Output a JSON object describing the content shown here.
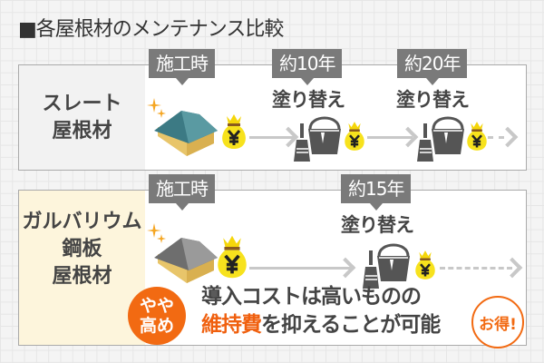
{
  "title": "■各屋根材のメンテナンス比較",
  "colors": {
    "accent": "#f26a12",
    "tag_bg": "#7a7a7a",
    "text": "#444444",
    "slate_label_bg": "#f2f2f2",
    "galvalume_label_bg": "#fdf5dc"
  },
  "rows": [
    {
      "label_lines": [
        "スレート",
        "屋根材"
      ],
      "roof_color": "teal",
      "milestones": [
        {
          "tag": "施工時",
          "icons": [
            "sparkle-icon",
            "house-icon",
            "money-bag-icon"
          ]
        },
        {
          "tag": "約10年",
          "caption": "塗り替え",
          "icons": [
            "paint-brush-icon",
            "bucket-icon",
            "money-bag-icon"
          ]
        },
        {
          "tag": "約20年",
          "caption": "塗り替え",
          "icons": [
            "paint-brush-icon",
            "bucket-icon",
            "money-bag-icon"
          ]
        }
      ]
    },
    {
      "label_lines": [
        "ガルバリウム",
        "鋼板",
        "屋根材"
      ],
      "roof_color": "gray",
      "milestones": [
        {
          "tag": "施工時",
          "icons": [
            "sparkle-icon",
            "house-icon",
            "money-bag-icon"
          ]
        },
        {
          "tag": "約15年",
          "caption": "塗り替え",
          "icons": [
            "paint-brush-icon",
            "bucket-icon",
            "money-bag-icon"
          ]
        }
      ],
      "cost_badge_lines": [
        "やや",
        "高め"
      ],
      "message": {
        "line1": "導入コストは高いものの",
        "line2_highlight": "維持費",
        "line2_rest": "を抑えることが可能"
      },
      "deal_badge": "お得!"
    }
  ],
  "money_symbol": "¥"
}
